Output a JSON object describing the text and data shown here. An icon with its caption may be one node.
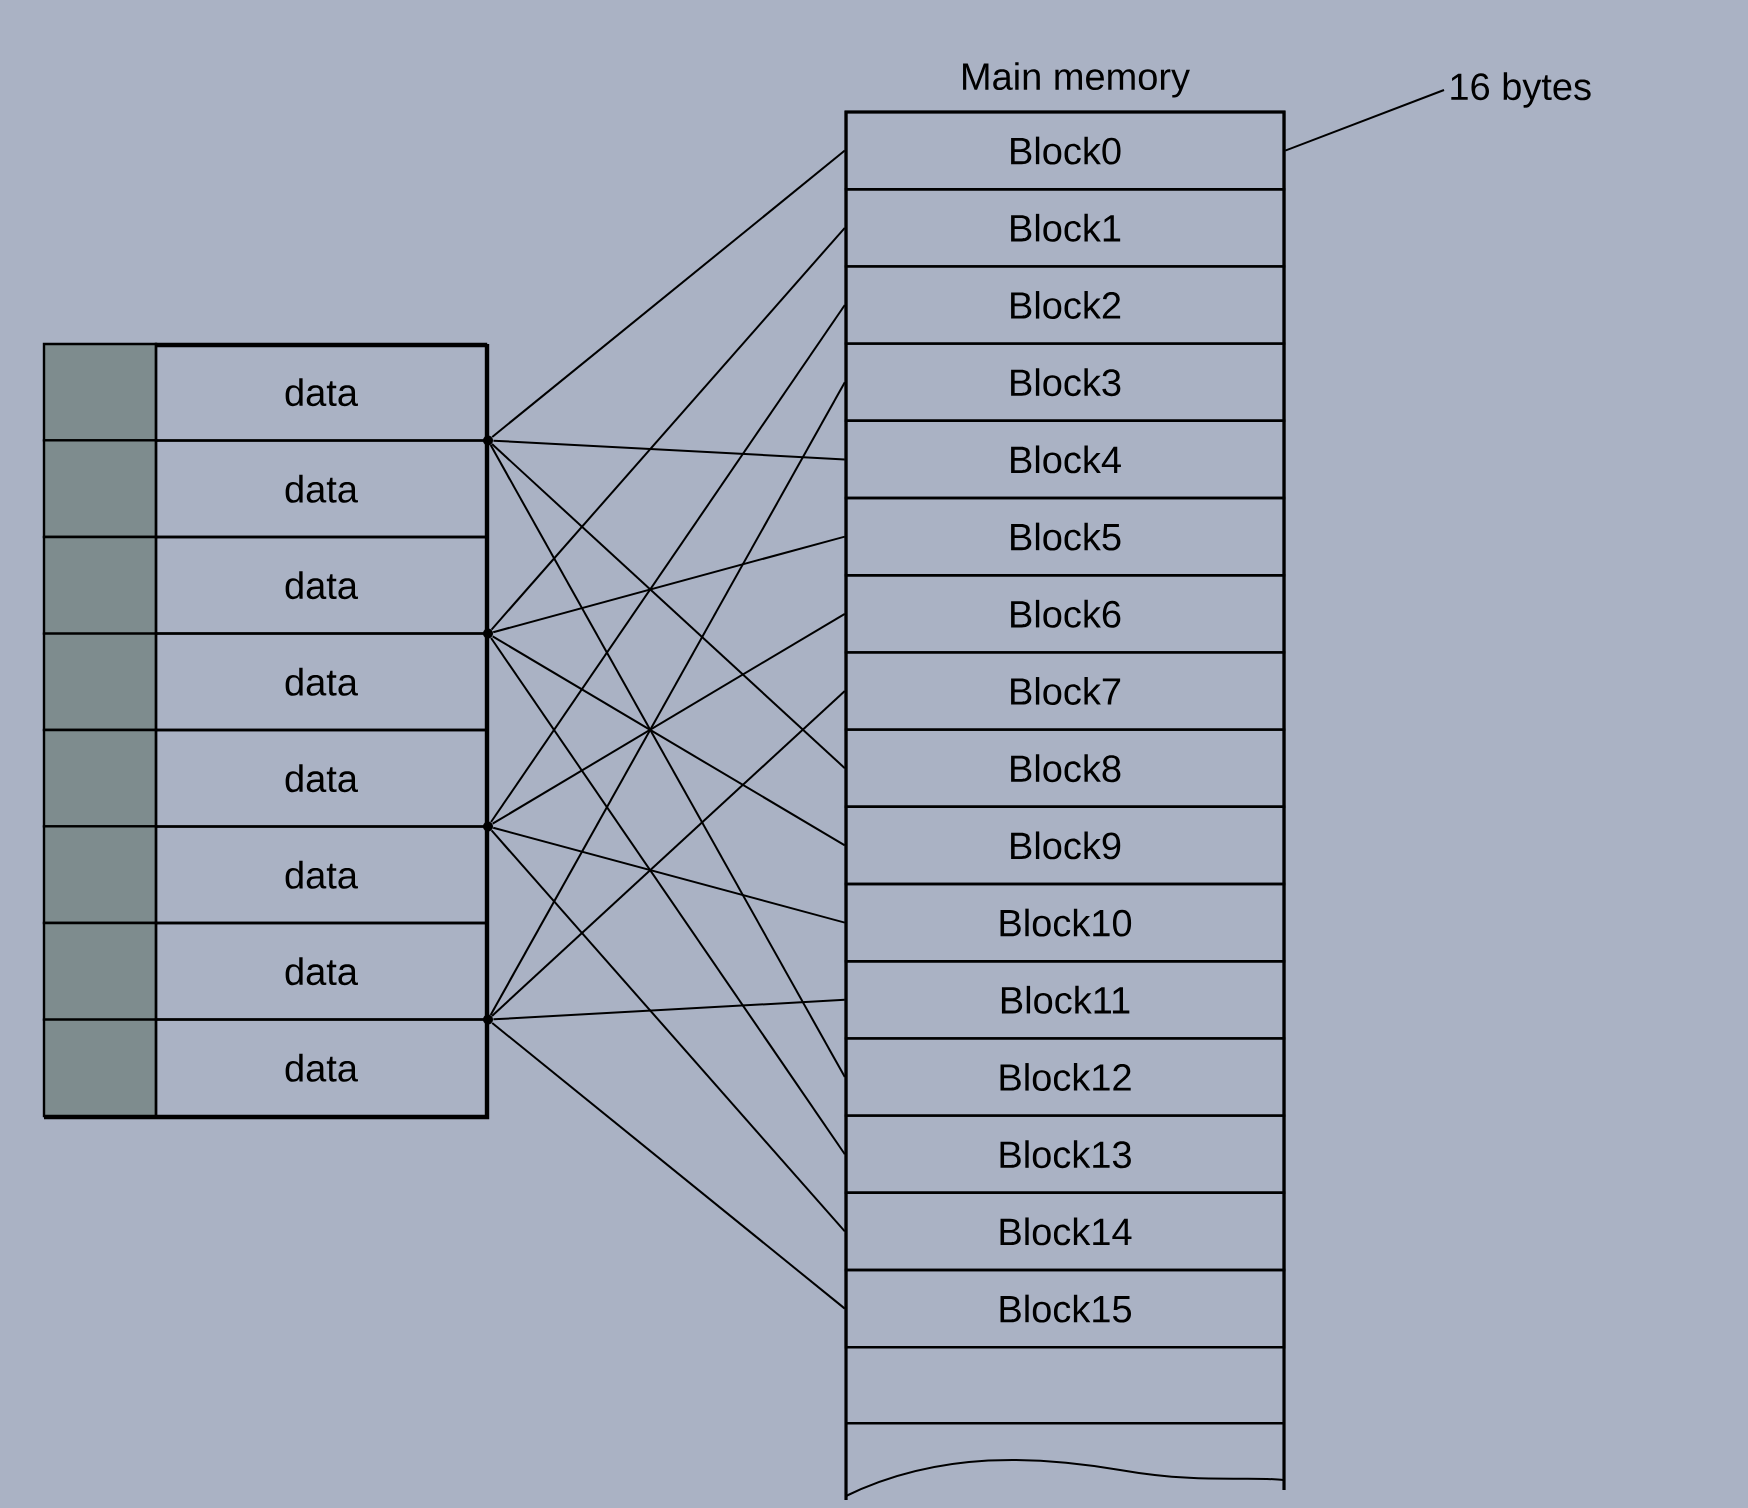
{
  "diagram": {
    "nodes": [
      {
        "text": [
          "Main memory"
        ]
      },
      {
        "text": [
          "Block0"
        ],
        "in": 0
      },
      {
        "text": [
          "Block1"
        ],
        "in": 0
      },
      {
        "text": [
          "Block2"
        ],
        "in": 0
      },
      {
        "text": [
          "Block3"
        ],
        "in": 0
      },
      {
        "text": [
          "Block4"
        ],
        "in": 0
      },
      {
        "text": [
          "Block5"
        ],
        "in": 0
      },
      {
        "text": [
          "Block6"
        ],
        "in": 0
      },
      {
        "text": [
          "Block7"
        ],
        "in": 0
      },
      {
        "text": [
          "Block8"
        ],
        "in": 0
      },
      {
        "text": [
          "Block9"
        ],
        "in": 0
      },
      {
        "text": [
          "Block10"
        ],
        "in": 0
      },
      {
        "text": [
          "Block11"
        ],
        "in": 0
      },
      {
        "text": [
          "Block12"
        ],
        "in": 0
      },
      {
        "text": [
          "Block13"
        ],
        "in": 0
      },
      {
        "text": [
          "Block14"
        ],
        "in": 0
      },
      {
        "text": [
          "Block15"
        ],
        "in": 0
      },
      {
        "text": [
          "16 bytes"
        ]
      },
      {
        "text": [],
        "shape": "box"
      },
      {
        "text": [
          "data"
        ],
        "in": 18
      },
      {
        "text": [
          "data"
        ],
        "in": 18
      },
      {
        "text": [
          "data"
        ],
        "in": 18
      },
      {
        "text": [
          "data"
        ],
        "in": 18
      },
      {
        "text": [
          "data"
        ],
        "in": 18
      },
      {
        "text": [
          "data"
        ],
        "in": 18
      },
      {
        "text": [
          "data"
        ],
        "in": 18
      },
      {
        "text": [
          "data"
        ],
        "in": 18
      },
      {
        "text": [],
        "shape": "circle"
      },
      {
        "text": [],
        "shape": "circle"
      },
      {
        "text": [],
        "shape": "circle"
      },
      {
        "text": [],
        "shape": "circle"
      }
    ],
    "edges": [
      {
        "from": 17,
        "to": 1,
        "arrow": "none"
      },
      {
        "from": 27,
        "to": 1,
        "arrow": "none"
      },
      {
        "from": 27,
        "to": 5,
        "arrow": "none"
      },
      {
        "from": 27,
        "to": 9,
        "arrow": "none"
      },
      {
        "from": 27,
        "to": 13,
        "arrow": "none"
      },
      {
        "from": 28,
        "to": 2,
        "arrow": "none"
      },
      {
        "from": 28,
        "to": 6,
        "arrow": "none"
      },
      {
        "from": 28,
        "to": 10,
        "arrow": "none"
      },
      {
        "from": 28,
        "to": 14,
        "arrow": "none"
      },
      {
        "from": 29,
        "to": 3,
        "arrow": "none"
      },
      {
        "from": 29,
        "to": 7,
        "arrow": "none"
      },
      {
        "from": 29,
        "to": 11,
        "arrow": "none"
      },
      {
        "from": 29,
        "to": 15,
        "arrow": "none"
      },
      {
        "from": 30,
        "to": 4,
        "arrow": "none"
      },
      {
        "from": 30,
        "to": 8,
        "arrow": "none"
      },
      {
        "from": 30,
        "to": 12,
        "arrow": "none"
      },
      {
        "from": 30,
        "to": 16,
        "arrow": "none"
      }
    ]
  }
}
